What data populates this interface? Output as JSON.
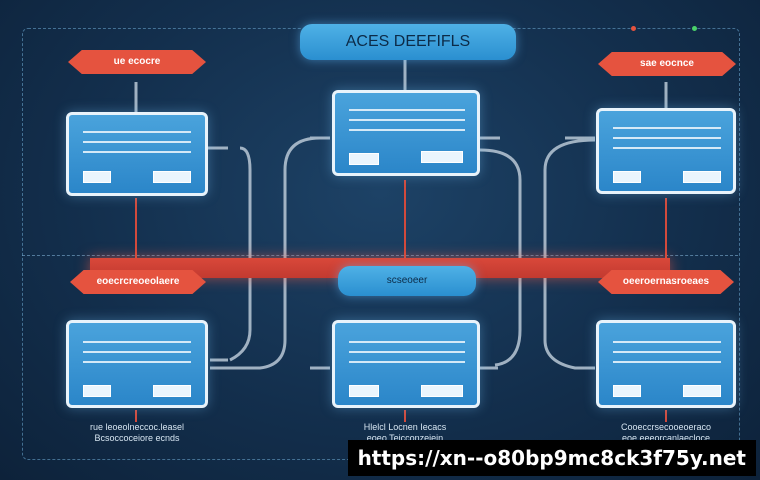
{
  "title": "ACES DEEFIFLS",
  "top_tags": [
    "ue ecocre",
    "sae eocnce"
  ],
  "middle_tags": [
    "eoecrcreoeolaere",
    "scseoeer",
    "oeeroernasroeaes"
  ],
  "captions": {
    "left": [
      "rue leoeolneccoc.leasel",
      "Bcsoccoceiore ecnds"
    ],
    "center": [
      "Hlelcl Locnen Iecacs",
      "eoeo Teicconzeiein"
    ],
    "right": [
      "Cooeccrsecooeoeraco",
      "eoe eeeorcanlaecloce"
    ]
  },
  "watermark": "https://xn--o80bp9mc8ck3f75y.net",
  "colors": {
    "accent_red": "#e5533f",
    "card_blue": "#3a9ad6",
    "background": "#132f4d"
  }
}
